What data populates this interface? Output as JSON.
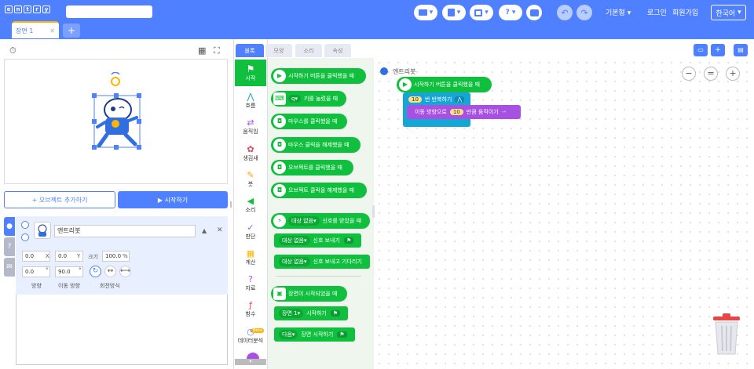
{
  "header": {
    "logo_letters": [
      "e",
      "n",
      "t",
      "r",
      "y"
    ],
    "project_name": "",
    "help_symbol": "?",
    "mode_label": "기본형",
    "login_label": "로그인",
    "signup_label": "회원가입",
    "language_label": "한국어"
  },
  "scene_tab": {
    "label": "장면 1",
    "close_symbol": "✕",
    "add_symbol": "+"
  },
  "stage_buttons": {
    "add_object": "+ 오브젝트 추가하기",
    "run": "▶ 시작하기"
  },
  "object": {
    "name": "엔트리봇",
    "x": "0.0",
    "x_label": "X",
    "y": "0.0",
    "y_label": "Y",
    "size_label": "크기",
    "size": "100.0",
    "size_unit": "%",
    "direction": "0.0",
    "direction_label": "방향",
    "direction_unit": "°",
    "move_direction": "90.0",
    "move_direction_label": "이동 방향",
    "move_direction_unit": "°",
    "rotation_label": "회전방식"
  },
  "block_tabs": [
    "블록",
    "모양",
    "소리",
    "속성"
  ],
  "categories": [
    {
      "label": "시작",
      "icon": "flag-icon"
    },
    {
      "label": "흐름",
      "icon": "flow-icon"
    },
    {
      "label": "움직임",
      "icon": "arrows-icon"
    },
    {
      "label": "생김새",
      "icon": "looks-icon"
    },
    {
      "label": "붓",
      "icon": "brush-icon"
    },
    {
      "label": "소리",
      "icon": "speaker-icon"
    },
    {
      "label": "판단",
      "icon": "check-icon"
    },
    {
      "label": "계산",
      "icon": "calc-icon"
    },
    {
      "label": "자료",
      "icon": "question-icon"
    },
    {
      "label": "함수",
      "icon": "function-icon"
    },
    {
      "label": "데이터분석",
      "icon": "chart-icon",
      "badge": "Beta"
    }
  ],
  "palette_blocks": {
    "b1": "시작하기 버튼을 클릭했을 때",
    "b2_key": "q",
    "b2": "키를 눌렀을 때",
    "b3": "마우스를 클릭했을 때",
    "b4": "마우스 클릭을 해제했을 때",
    "b5": "오브젝트를 클릭했을 때",
    "b6": "오브젝트 클릭을 해제했을 때",
    "b7_dd": "대상 없음",
    "b7": "신호를 받았을 때",
    "b8_dd": "대상 없음",
    "b8": "신호 보내기",
    "b9_dd": "대상 없음",
    "b9": "신호 보내고 기다리기",
    "b10": "장면이 시작되었을 때",
    "b11_dd": "장면 1",
    "b11": "시작하기",
    "b12_dd": "다음",
    "b12": "장면 시작하기"
  },
  "workspace": {
    "object_label": "엔트리봇",
    "script_start": "시작하기 버튼을 클릭했을 때",
    "repeat_count": "10",
    "repeat_label": "번 반복하기",
    "move_label_pre": "이동 방향으로",
    "move_count": "10",
    "move_label_post": "만큼 움직이기",
    "zoom_out": "−",
    "zoom_reset": "=",
    "zoom_in": "+"
  },
  "colors": {
    "brand_blue": "#4f80ff",
    "start_green": "#0fbf3d",
    "flow_teal": "#17a5d6",
    "move_purple": "#a751e3",
    "accent_yellow": "#ffb400"
  }
}
